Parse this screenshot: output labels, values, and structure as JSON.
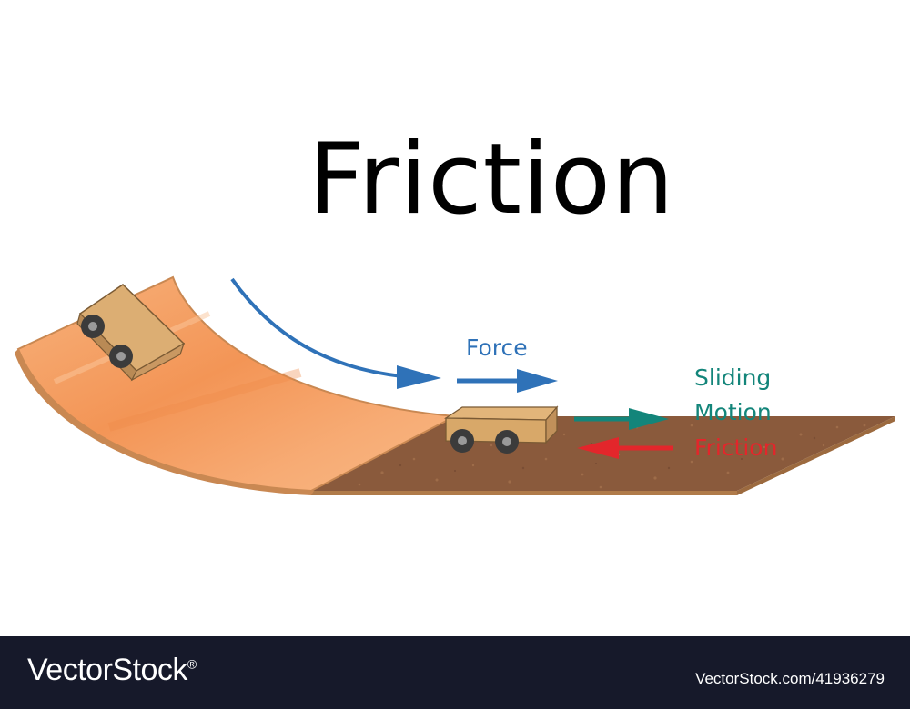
{
  "title": "Friction",
  "labels": {
    "force": "Force",
    "sliding": "Sliding",
    "motion": "Motion",
    "friction": "Friction"
  },
  "colors": {
    "force": "#2f72b8",
    "motion": "#13857a",
    "friction": "#e3262b",
    "ramp": "#f5a26a",
    "ground": "#8a5a3c",
    "footer": "#16192a"
  },
  "footer": {
    "brand": "VectorStock",
    "brand_mark": "®",
    "stock_id": "VectorStock.com/41936279"
  }
}
